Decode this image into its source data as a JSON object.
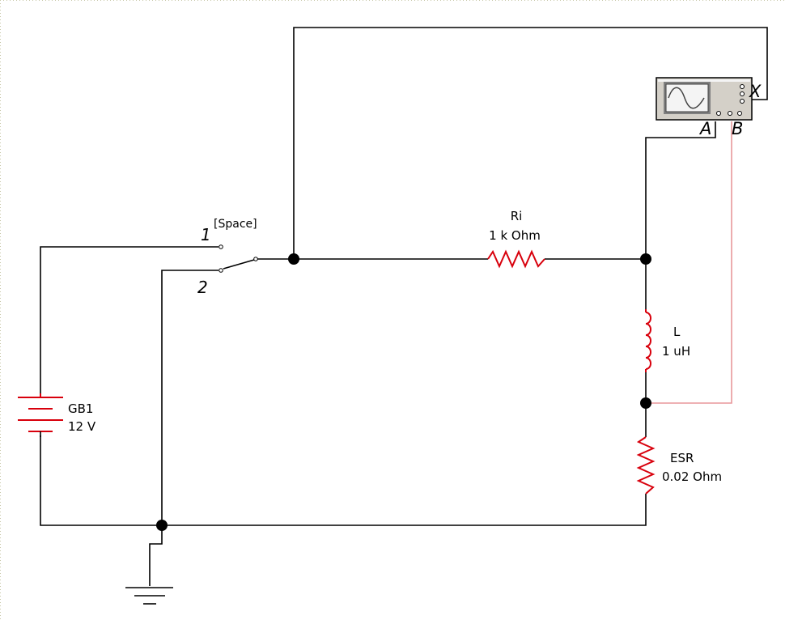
{
  "switch": {
    "key_label": "[Space]",
    "pos1": "1",
    "pos2": "2"
  },
  "resistor_ri": {
    "name": "Ri",
    "value": "1 k Ohm"
  },
  "inductor_l": {
    "name": "L",
    "value": "1 uH"
  },
  "resistor_esr": {
    "name": "ESR",
    "value": "0.02  Ohm"
  },
  "battery": {
    "name": "GB1",
    "value": "12 V"
  },
  "oscilloscope": {
    "terminal_a": "A",
    "terminal_b": "B",
    "terminal_x": "X"
  },
  "colors": {
    "wire": "#000000",
    "probe_b_wire": "#e8979b",
    "component": "#d8000c",
    "grid_dots": "#c8c8a8"
  }
}
